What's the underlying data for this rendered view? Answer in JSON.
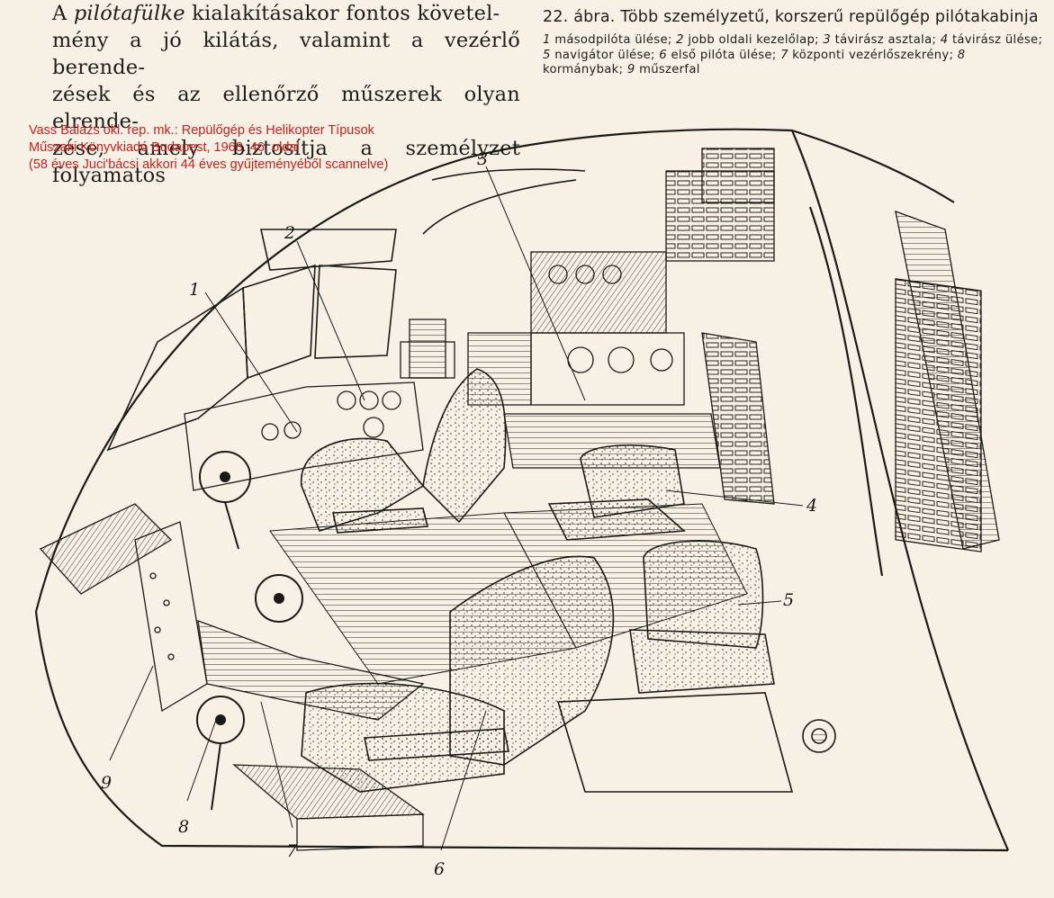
{
  "body_text": {
    "line1_lead": "A ",
    "line1_italic": "pilótafülke",
    "line1_rest": " kialakításakor fontos követel-",
    "line2": "mény a jó kilátás, valamint a vezérlő berende-",
    "line3": "zések és az ellenőrző műszerek olyan elrende-",
    "line4": "zése, amely biztosítja a személyzet folyamatos"
  },
  "caption": {
    "title": "22. ábra. Több személyzetű, korszerű repülőgép pilótakabinja",
    "items": [
      {
        "num": "1",
        "text": "másodpilóta ülése;"
      },
      {
        "num": "2",
        "text": "jobb oldali kezelőlap;"
      },
      {
        "num": "3",
        "text": "távirász asztala;"
      },
      {
        "num": "4",
        "text": "távirász ülése;"
      },
      {
        "num": "5",
        "text": "navigátor ülése;"
      },
      {
        "num": "6",
        "text": "első pilóta ülése;"
      },
      {
        "num": "7",
        "text": "központi vezérlőszekrény;"
      },
      {
        "num": "8",
        "text": "kormánybak;"
      },
      {
        "num": "9",
        "text": "műszerfal"
      }
    ]
  },
  "source_note": {
    "line1": "Vass Balázs okl. rep. mk.: Repülőgép és Helikopter Típusok",
    "line2": "Műszaki Könyvkiadó Budapest, 1968.  46. oldal",
    "line3": "(58 éves Juci'bácsi akkori 44 éves gyűjteményéből scannelve)"
  },
  "callouts": {
    "c1": "1",
    "c2": "2",
    "c3": "3",
    "c4": "4",
    "c5": "5",
    "c6": "6",
    "c7": "7",
    "c8": "8",
    "c9": "9"
  },
  "colors": {
    "paper": "#f6f1e4",
    "ink": "#1c1a16",
    "source_note_red": "#cc2020"
  }
}
